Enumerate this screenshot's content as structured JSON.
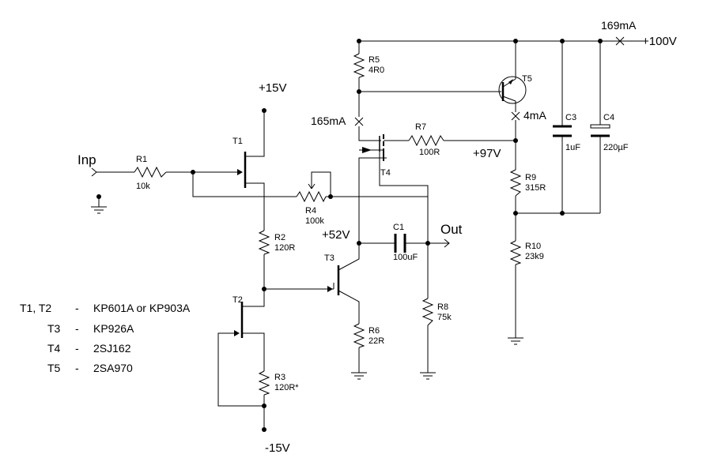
{
  "rails": {
    "pos15": "+15V",
    "neg15": "-15V",
    "pos100": "+100V"
  },
  "nodes": {
    "v97": "+97V",
    "v52": "+52V"
  },
  "currents": {
    "i169": "169mA",
    "i165": "165mA",
    "i4": "4mA"
  },
  "io": {
    "input": "Inp",
    "output": "Out"
  },
  "components": {
    "R1": {
      "ref": "R1",
      "value": "10k"
    },
    "R2": {
      "ref": "R2",
      "value": "120R"
    },
    "R3": {
      "ref": "R3",
      "value": "120R*"
    },
    "R4": {
      "ref": "R4",
      "value": "100k"
    },
    "R5": {
      "ref": "R5",
      "value": "4R0"
    },
    "R6": {
      "ref": "R6",
      "value": "22R"
    },
    "R7": {
      "ref": "R7",
      "value": "100R"
    },
    "R8": {
      "ref": "R8",
      "value": "75k"
    },
    "R9": {
      "ref": "R9",
      "value": "315R"
    },
    "R10": {
      "ref": "R10",
      "value": "23k9"
    },
    "C1": {
      "ref": "C1",
      "value": "100uF"
    },
    "C3": {
      "ref": "C3",
      "value": "1uF"
    },
    "C4": {
      "ref": "C4",
      "value": "220µF"
    },
    "T1": {
      "ref": "T1"
    },
    "T2": {
      "ref": "T2"
    },
    "T3": {
      "ref": "T3"
    },
    "T4": {
      "ref": "T4"
    },
    "T5": {
      "ref": "T5"
    }
  },
  "parts_list": [
    {
      "refs": "T1, T2",
      "dash": "-",
      "part": "KP601A or KP903A"
    },
    {
      "refs": "T3",
      "dash": "-",
      "part": "KP926A"
    },
    {
      "refs": "T4",
      "dash": "-",
      "part": "2SJ162"
    },
    {
      "refs": "T5",
      "dash": "-",
      "part": "2SA970"
    }
  ]
}
